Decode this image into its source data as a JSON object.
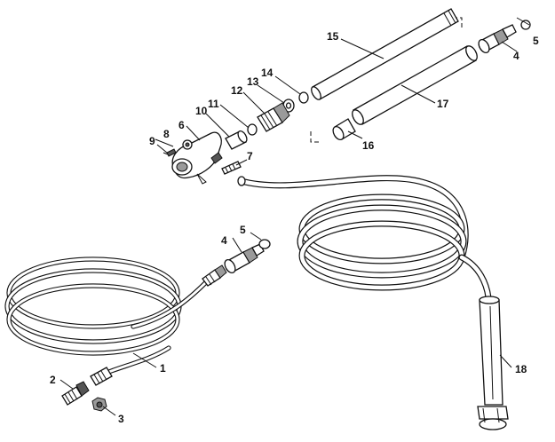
{
  "callouts": [
    "1",
    "2",
    "3",
    "4",
    "5",
    "6",
    "7",
    "8",
    "9",
    "10",
    "11",
    "12",
    "13",
    "14",
    "15",
    "16",
    "17",
    "18"
  ],
  "callouts_repeat": [
    "4",
    "5"
  ],
  "colors": {
    "line": "#111111",
    "fill": "#ffffff",
    "shade": "#9a9a9a"
  },
  "parts": [
    "high-pressure-hose",
    "screw",
    "nut",
    "quick-coupling-plug",
    "o-ring",
    "spray-gun-handle",
    "screw",
    "nut",
    "screw",
    "nozzle",
    "o-ring",
    "nipple",
    "washer",
    "o-ring",
    "spray-lance",
    "ferrule",
    "lance-tube",
    "hose-assembly"
  ]
}
